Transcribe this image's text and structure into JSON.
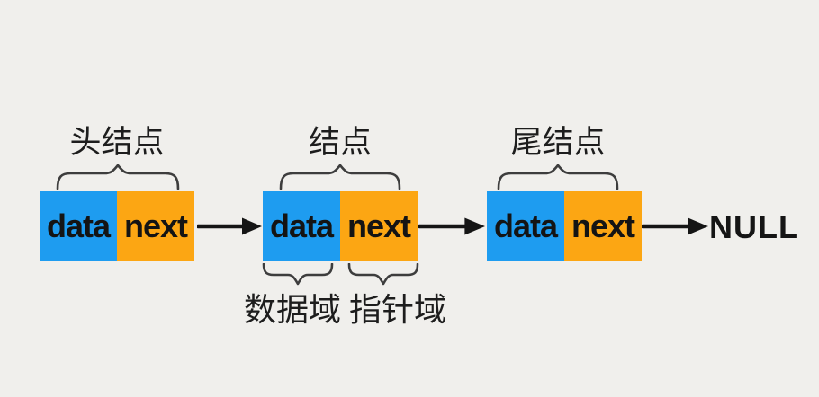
{
  "diagram": {
    "type": "singly-linked-list",
    "terminator": "NULL",
    "nodes": [
      {
        "label": "头结点",
        "data_text": "data",
        "next_text": "next"
      },
      {
        "label": "结点",
        "data_text": "data",
        "next_text": "next"
      },
      {
        "label": "尾结点",
        "data_text": "data",
        "next_text": "next"
      }
    ],
    "field_labels": {
      "data_field": "数据域",
      "pointer_field": "指针域"
    },
    "colors": {
      "data_cell_blue": "#1e9cf0",
      "next_cell_orange": "#fca613",
      "text_black": "#141414",
      "brace_gray": "#3d3d3d",
      "background_gray": "#f0efec"
    }
  }
}
